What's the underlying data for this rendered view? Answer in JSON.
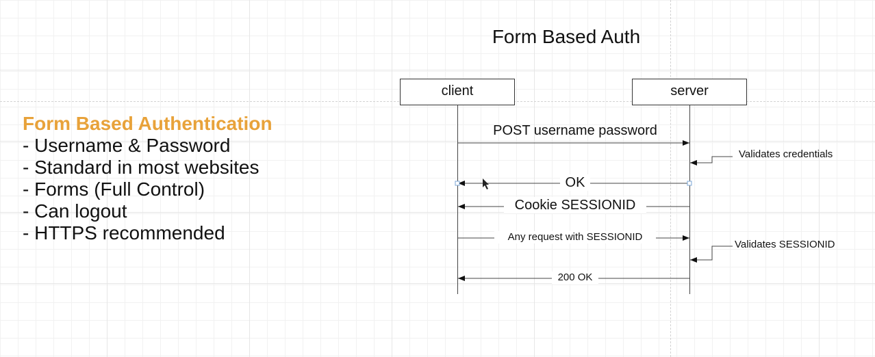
{
  "title": "Form Based Auth",
  "notes": {
    "heading": "Form Based Authentication",
    "items": [
      "- Username & Password",
      "- Standard in most websites",
      "- Forms (Full Control)",
      "- Can logout",
      "- HTTPS recommended"
    ]
  },
  "diagram": {
    "actors": {
      "client": "client",
      "server": "server"
    },
    "messages": [
      {
        "label": "POST username password",
        "from": "client",
        "to": "server"
      },
      {
        "label": "OK",
        "from": "server",
        "to": "client"
      },
      {
        "label": "Cookie SESSIONID",
        "from": "server",
        "to": "client"
      },
      {
        "label": "Any request with SESSIONID",
        "from": "client",
        "to": "server"
      },
      {
        "label": "200 OK",
        "from": "server",
        "to": "client"
      }
    ],
    "annotations": [
      {
        "label": "Validates credentials",
        "target": "server"
      },
      {
        "label": "Validates SESSIONID",
        "target": "server"
      }
    ]
  },
  "colors": {
    "accent": "#e8a23a",
    "line": "#444444",
    "selection_handle": "#7aa6d6"
  }
}
